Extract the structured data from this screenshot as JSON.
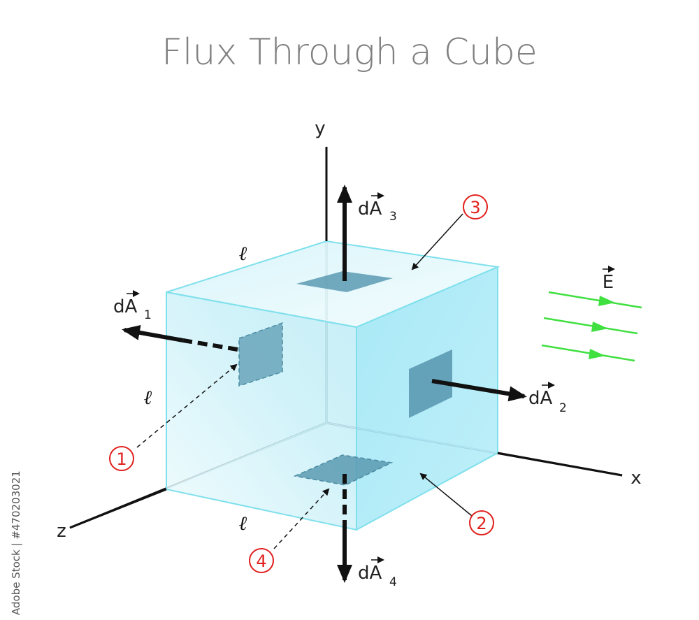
{
  "title": "Flux Through a Cube",
  "axes": {
    "x": "x",
    "y": "y",
    "z": "z"
  },
  "edge_label": "ℓ",
  "field_label": "E",
  "area_vectors": [
    {
      "label": "dA",
      "sub": "1",
      "marker": "1"
    },
    {
      "label": "dA",
      "sub": "2",
      "marker": "2"
    },
    {
      "label": "dA",
      "sub": "3",
      "marker": "3"
    },
    {
      "label": "dA",
      "sub": "4",
      "marker": "4"
    }
  ],
  "stock_id": "Adobe Stock | #470203021",
  "colors": {
    "cube_fill": "#bfeef8",
    "cube_edge": "#7fe0ec",
    "patch": "#5b9ab2",
    "field": "#40e040",
    "marker": "#e0201c",
    "title": "#808080"
  }
}
